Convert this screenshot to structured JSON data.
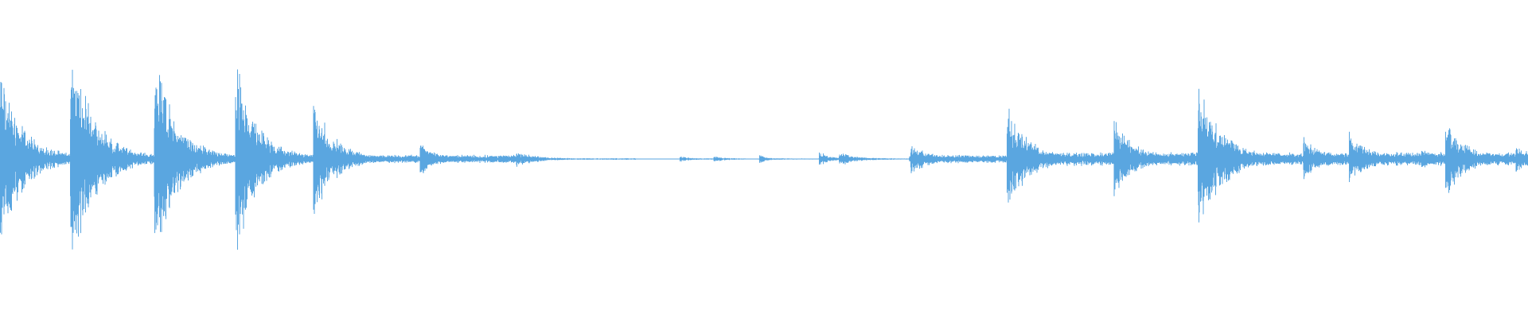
{
  "waveform": {
    "color": "#5aa6e0",
    "background": "#ffffff",
    "transients": [
      {
        "t": 0.0,
        "peak": 0.68,
        "tail": 0.16,
        "decay": 0.012
      },
      {
        "t": 0.046,
        "peak": 0.9,
        "tail": 0.14,
        "decay": 0.014
      },
      {
        "t": 0.101,
        "peak": 0.82,
        "tail": 0.13,
        "decay": 0.013
      },
      {
        "t": 0.154,
        "peak": 0.8,
        "tail": 0.12,
        "decay": 0.012
      },
      {
        "t": 0.205,
        "peak": 0.5,
        "tail": 0.06,
        "decay": 0.012
      },
      {
        "t": 0.275,
        "peak": 0.14,
        "tail": 0.03,
        "decay": 0.008
      },
      {
        "t": 0.338,
        "peak": 0.05,
        "tail": 0.02,
        "decay": 0.01
      },
      {
        "t": 0.445,
        "peak": 0.02,
        "tail": 0.01,
        "decay": 0.004
      },
      {
        "t": 0.467,
        "peak": 0.02,
        "tail": 0.01,
        "decay": 0.004
      },
      {
        "t": 0.497,
        "peak": 0.04,
        "tail": 0.01,
        "decay": 0.003
      },
      {
        "t": 0.536,
        "peak": 0.06,
        "tail": 0.02,
        "decay": 0.004
      },
      {
        "t": 0.549,
        "peak": 0.06,
        "tail": 0.02,
        "decay": 0.006
      },
      {
        "t": 0.596,
        "peak": 0.1,
        "tail": 0.04,
        "decay": 0.01
      },
      {
        "t": 0.659,
        "peak": 0.42,
        "tail": 0.08,
        "decay": 0.012
      },
      {
        "t": 0.729,
        "peak": 0.3,
        "tail": 0.08,
        "decay": 0.01
      },
      {
        "t": 0.784,
        "peak": 0.58,
        "tail": 0.1,
        "decay": 0.014
      },
      {
        "t": 0.853,
        "peak": 0.16,
        "tail": 0.06,
        "decay": 0.008
      },
      {
        "t": 0.883,
        "peak": 0.18,
        "tail": 0.06,
        "decay": 0.01
      },
      {
        "t": 0.93,
        "peak": 0.06,
        "tail": 0.04,
        "decay": 0.006
      },
      {
        "t": 0.946,
        "peak": 0.26,
        "tail": 0.08,
        "decay": 0.012
      },
      {
        "t": 0.992,
        "peak": 0.07,
        "tail": 0.05,
        "decay": 0.01
      }
    ],
    "noise_floor": [
      {
        "from": 0.0,
        "to": 0.34,
        "level": 0.03
      },
      {
        "from": 0.34,
        "to": 0.42,
        "level": 0.006
      },
      {
        "from": 0.42,
        "to": 0.595,
        "level": 0.004
      },
      {
        "from": 0.595,
        "to": 0.66,
        "level": 0.03
      },
      {
        "from": 0.66,
        "to": 1.0,
        "level": 0.05
      }
    ],
    "gaps": [
      {
        "from": 0.416,
        "to": 0.445
      },
      {
        "from": 0.488,
        "to": 0.496
      }
    ]
  }
}
